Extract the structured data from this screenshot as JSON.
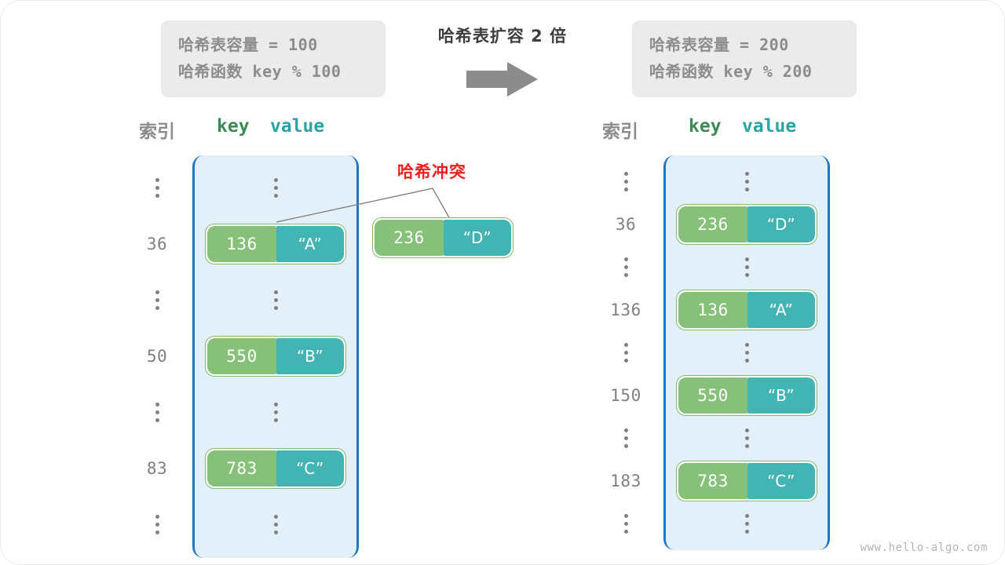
{
  "diagram": {
    "title": "哈希表扩容 2 倍",
    "watermark": "www.hello-algo.com",
    "colors": {
      "key_cell": "#86c079",
      "value_cell": "#43b4b4",
      "bucket_fill": "#e3f0fa",
      "bucket_border": "#1f77c4",
      "pair_border": "#7fba6e",
      "collision_red": "#ef1f1f",
      "info_box_bg": "#ebebeb",
      "muted_text": "#808080"
    }
  },
  "info_left": {
    "line1_label": "哈希表容量",
    "line1_value": " = 100",
    "line2_label": "哈希函数",
    "line2_value": " key % 100"
  },
  "info_right": {
    "line1_label": "哈希表容量",
    "line1_value": " = 200",
    "line2_label": "哈希函数",
    "line2_value": " key % 200"
  },
  "arrow": {
    "icon": "right-arrow-icon"
  },
  "captions": {
    "index": "索引",
    "key": "key",
    "value": "value"
  },
  "collision": {
    "label": "哈希冲突",
    "entry": {
      "key": "236",
      "value": "“D”"
    }
  },
  "left_table": {
    "capacity": 100,
    "rows": [
      {
        "type": "ellipsis",
        "index": "⋮"
      },
      {
        "type": "entry",
        "index": "36",
        "key": "136",
        "value": "“A”"
      },
      {
        "type": "ellipsis",
        "index": "⋮"
      },
      {
        "type": "entry",
        "index": "50",
        "key": "550",
        "value": "“B”"
      },
      {
        "type": "ellipsis",
        "index": "⋮"
      },
      {
        "type": "entry",
        "index": "83",
        "key": "783",
        "value": "“C”"
      },
      {
        "type": "ellipsis",
        "index": "⋮"
      }
    ]
  },
  "right_table": {
    "capacity": 200,
    "rows": [
      {
        "type": "ellipsis",
        "index": "⋮"
      },
      {
        "type": "entry",
        "index": "36",
        "key": "236",
        "value": "“D”"
      },
      {
        "type": "ellipsis",
        "index": "⋮"
      },
      {
        "type": "entry",
        "index": "136",
        "key": "136",
        "value": "“A”"
      },
      {
        "type": "ellipsis",
        "index": "⋮"
      },
      {
        "type": "entry",
        "index": "150",
        "key": "550",
        "value": "“B”"
      },
      {
        "type": "ellipsis",
        "index": "⋮"
      },
      {
        "type": "entry",
        "index": "183",
        "key": "783",
        "value": "“C”"
      },
      {
        "type": "ellipsis",
        "index": "⋮"
      }
    ]
  }
}
